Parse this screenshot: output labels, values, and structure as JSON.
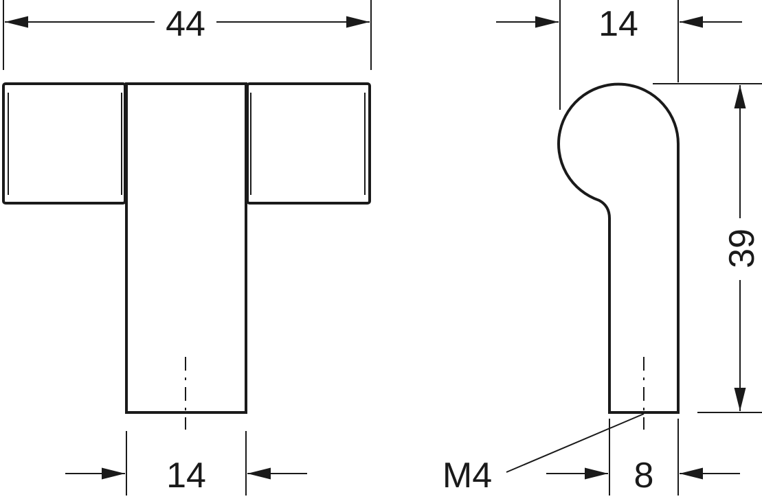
{
  "front_view": {
    "width_label": "44",
    "stem_width_label": "14"
  },
  "side_view": {
    "head_width_label": "14",
    "height_label": "39",
    "stem_width_label": "8",
    "thread_label": "M4"
  },
  "colors": {
    "line": "#1a1a1a",
    "background": "#ffffff"
  }
}
